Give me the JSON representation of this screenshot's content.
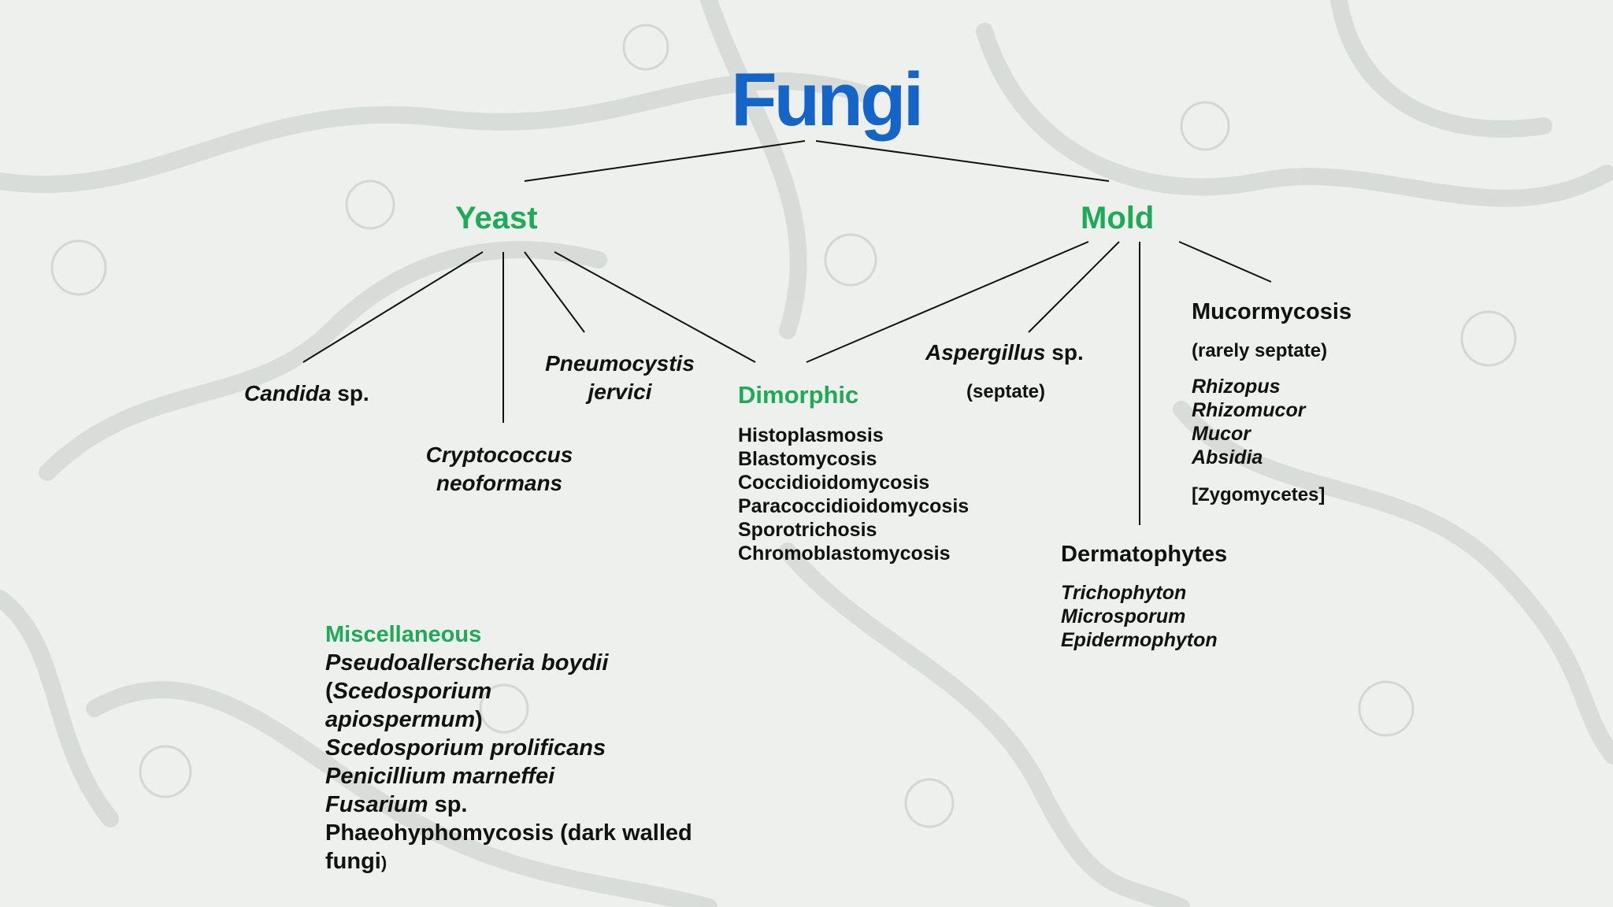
{
  "title": "Fungi",
  "colors": {
    "title": "#1565c8",
    "category": "#1faa55",
    "text": "#111111"
  },
  "yeast": {
    "label": "Yeast",
    "candida": {
      "genus": "Candida",
      "suffix": " sp."
    },
    "cryptococcus": [
      "Cryptococcus",
      "neoformans"
    ],
    "pneumocystis": [
      "Pneumocystis",
      "jervici"
    ]
  },
  "mold": {
    "label": "Mold",
    "aspergillus": {
      "genus": "Aspergillus",
      "suffix": " sp.",
      "note": "(septate)"
    },
    "mucormycosis": {
      "label": "Mucormycosis",
      "note": "(rarely septate)",
      "genera": [
        "Rhizopus",
        "Rhizomucor",
        "Mucor",
        "Absidia"
      ],
      "group": "[Zygomycetes]"
    },
    "dermatophytes": {
      "label": "Dermatophytes",
      "genera": [
        "Trichophyton",
        "Microsporum",
        "Epidermophyton"
      ]
    }
  },
  "dimorphic": {
    "label": "Dimorphic",
    "items": [
      "Histoplasmosis",
      "Blastomycosis",
      "Coccidioidomycosis",
      "Paracoccidioidomycosis",
      "Sporotrichosis",
      "Chromoblastomycosis"
    ]
  },
  "miscellaneous": {
    "label": "Miscellaneous",
    "line1": "Pseudoallerscheria boydii",
    "line2_open": "(",
    "line2_it": "Scedosporium",
    "line3_it": "apiospermum",
    "line3_close": ")",
    "line4": "Scedosporium prolificans",
    "line5": "Penicillium marneffei",
    "line6_it": "Fusarium",
    "line6_rest": " sp.",
    "line7": "Phaeohyphomycosis (dark walled",
    "line8": "fungi",
    "line8_close": ")"
  }
}
